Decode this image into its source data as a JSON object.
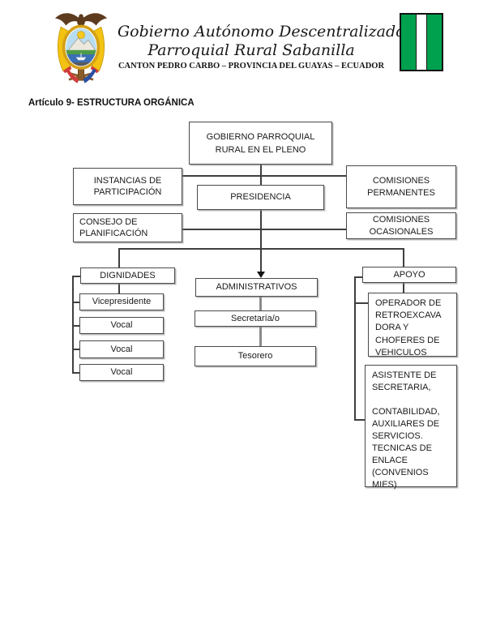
{
  "colors": {
    "flag_green": "#00A14E",
    "box_border": "#4a4a4a",
    "connector": "#3f3f3f",
    "connector_gray": "#8a8a8a",
    "text": "#1a1a1a"
  },
  "header": {
    "title_line1": "Gobierno Autónomo Descentralizado",
    "title_line2": "Parroquial Rural Sabanilla",
    "subtitle": "CANTON PEDRO CARBO – PROVINCIA DEL GUAYAS – ECUADOR",
    "crest": "ecuador-coat-of-arms",
    "flag": "green-white-green-vertical-flag"
  },
  "section_title": "Artículo 9- ESTRUCTURA ORGÁNICA",
  "org_chart": {
    "pleno": "GOBIERNO PARROQUIAL\nRURAL EN EL PLENO",
    "instancias": "INSTANCIAS DE\nPARTICIPACIÓN",
    "presidencia": "PRESIDENCIA",
    "comisiones_permanentes": "COMISIONES\nPERMANENTES",
    "consejo": "CONSEJO DE\nPLANIFICACIÓN",
    "comisiones_ocasionales": "COMISIONES\nOCASIONALES",
    "dignidades": "DIGNIDADES",
    "vicepresidente": "Vicepresidente",
    "vocales": [
      "Vocal",
      "Vocal",
      "Vocal"
    ],
    "administrativos": "ADMINISTRATIVOS",
    "secretaria": "Secretaría/o",
    "tesorero": "Tesorero",
    "apoyo": "APOYO",
    "operador": "OPERADOR DE\nRETROEXCAVA\nDORA Y\nCHOFERES DE\nVEHICULOS",
    "asistente": "ASISTENTE DE\nSECRETARIA,\n\nCONTABILIDAD,\nAUXILIARES DE\nSERVICIOS.\nTECNICAS DE\nENLACE\n(CONVENIOS\nMIES)"
  }
}
